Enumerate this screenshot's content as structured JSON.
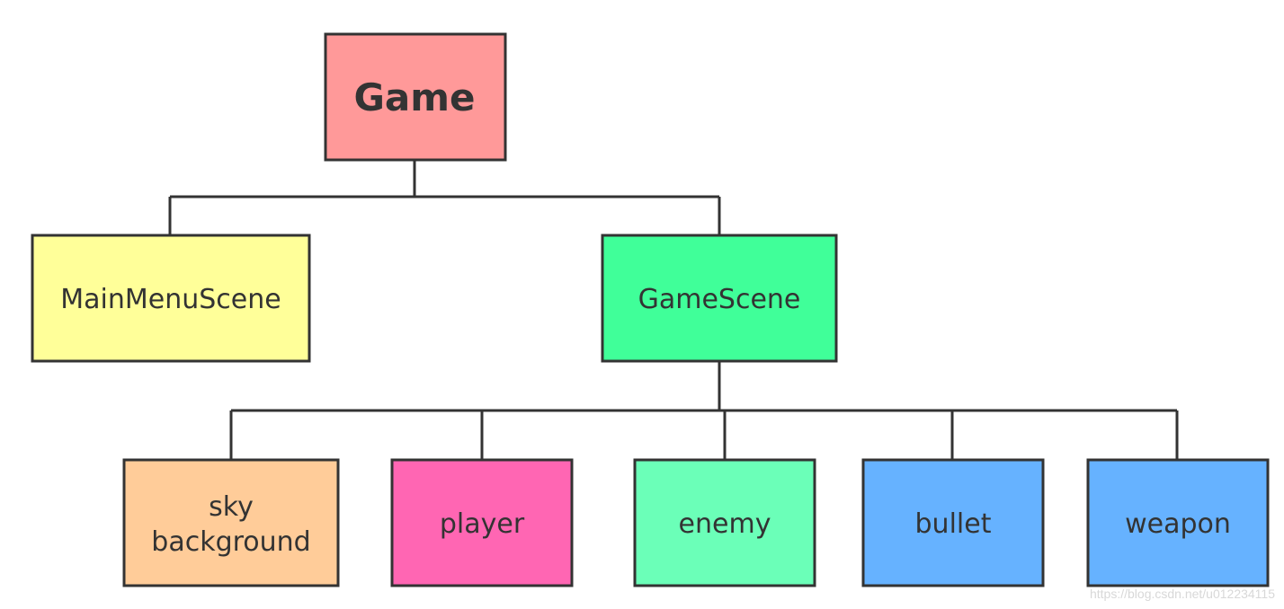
{
  "nodes": {
    "game": {
      "label": "Game",
      "color": "#ff9999"
    },
    "main_menu_scene": {
      "label": "MainMenuScene",
      "color": "#ffff99"
    },
    "game_scene": {
      "label": "GameScene",
      "color": "#40ff99"
    },
    "sky_background": {
      "label_line1": "sky",
      "label_line2": "background",
      "color": "#ffcc99"
    },
    "player": {
      "label": "player",
      "color": "#ff66b3"
    },
    "enemy": {
      "label": "enemy",
      "color": "#6bffb8"
    },
    "bullet": {
      "label": "bullet",
      "color": "#66b2ff"
    },
    "weapon": {
      "label": "weapon",
      "color": "#66b2ff"
    }
  },
  "edges": [
    {
      "from": "Game",
      "to": "MainMenuScene"
    },
    {
      "from": "Game",
      "to": "GameScene"
    },
    {
      "from": "GameScene",
      "to": "sky background"
    },
    {
      "from": "GameScene",
      "to": "player"
    },
    {
      "from": "GameScene",
      "to": "enemy"
    },
    {
      "from": "GameScene",
      "to": "bullet"
    },
    {
      "from": "GameScene",
      "to": "weapon"
    }
  ],
  "watermark": "https://blog.csdn.net/u012234115"
}
